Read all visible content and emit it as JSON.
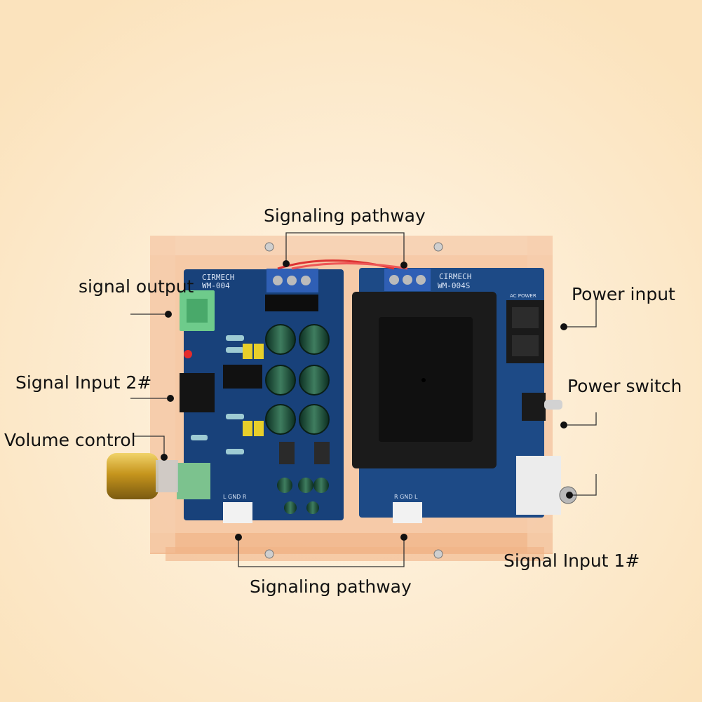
{
  "colors": {
    "background": "#fde8c6",
    "enclosure": "#f6c9a4",
    "pcb": "#18417a",
    "transformer": "#1b1b1b",
    "label_text": "#111111",
    "knob": "#c79a1f"
  },
  "boards": {
    "left": {
      "brand": "CIRMECH",
      "model": "WM-004",
      "bottom_connector": "L  GND  R"
    },
    "right": {
      "brand": "CIRMECH",
      "model": "WM-004S",
      "connector_label": "AC POWER",
      "bottom_connector": "R  GND  L"
    }
  },
  "labels": {
    "top_pathway": "Signaling pathway",
    "signal_output": "signal output",
    "signal_input_2": "Signal Input 2#",
    "volume_control": "Volume control",
    "power_input": "Power input",
    "power_switch": "Power switch",
    "signal_input_1": "Signal Input 1#",
    "bottom_pathway": "Signaling pathway"
  }
}
